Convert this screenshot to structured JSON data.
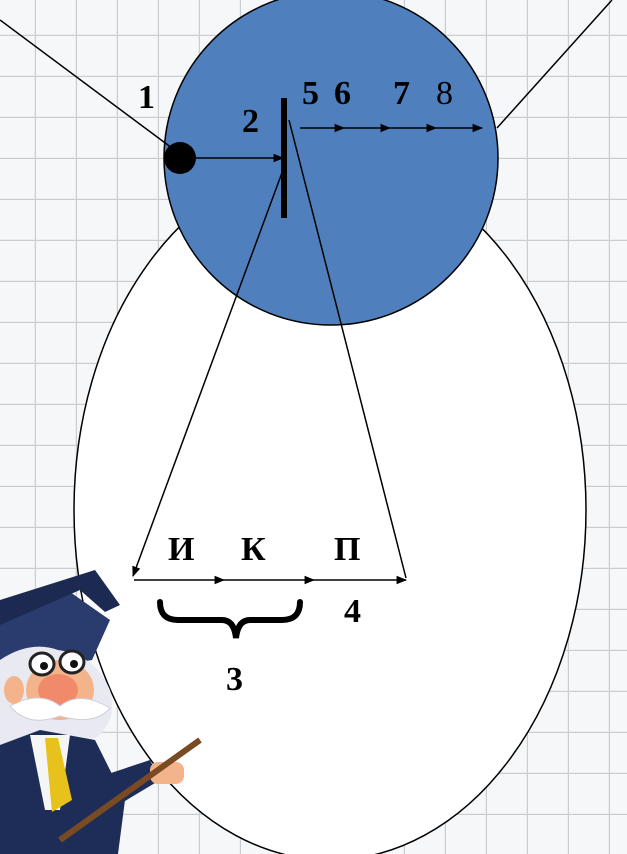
{
  "colors": {
    "grid_fill": "#eceef0",
    "grid_line": "#c9cdd2",
    "circle_fill": "#4f80bd",
    "circle_stroke": "#000000",
    "ellipse_fill": "#ffffff",
    "line": "#000000"
  },
  "labels": {
    "n1": "1",
    "n2": "2",
    "n3": "3",
    "n4": "4",
    "n5": "5",
    "n6": "6",
    "n7": "7",
    "n8": "8",
    "letter_i": "И",
    "letter_k": "К",
    "letter_p": "П"
  },
  "icons": {
    "professor": "professor-character-icon",
    "dot": "dot-icon"
  }
}
